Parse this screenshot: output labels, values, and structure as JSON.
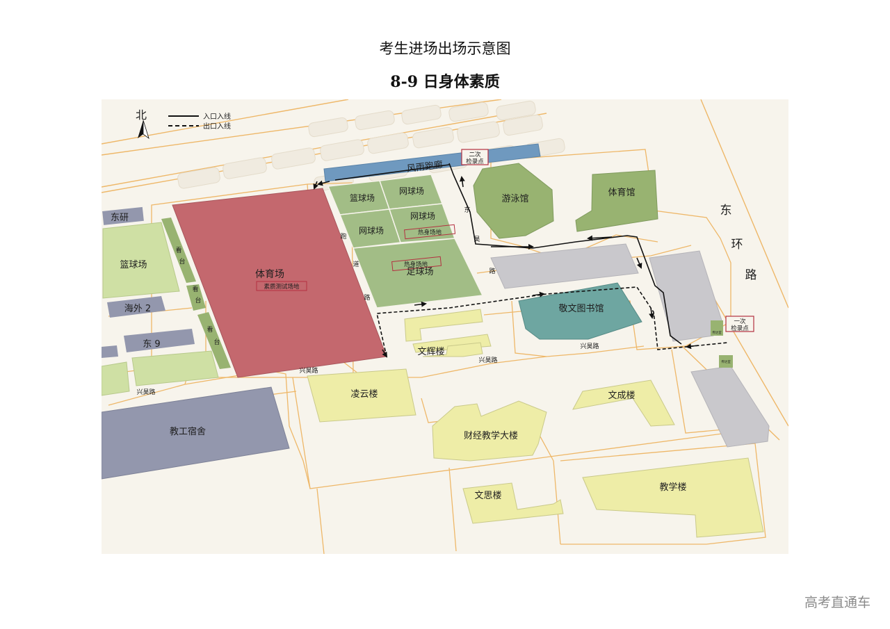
{
  "title": "考生进场出场示意图",
  "subtitle": "8-9 日身体素质",
  "watermark": "高考直通车",
  "north": "北",
  "legend": {
    "entry": "入口入线",
    "exit": "出口入线"
  },
  "colors": {
    "background": "#f7f4ec",
    "road_outline": "#eeb768",
    "faded_building": "#f0ebe0",
    "stadium": "#c4686e",
    "sports_field": "#a2bd86",
    "green_building": "#98b371",
    "light_green": "#cfe0a4",
    "library": "#6ea6a1",
    "teaching": "#eeeda7",
    "dorm": "#9397ad",
    "gray_building": "#c9c8cc",
    "corridor": "#6f99bf",
    "label_box": "#b43040",
    "route": "#111111"
  },
  "labels": {
    "corridor": "风雨跑廊",
    "checkpoint2": [
      "二次",
      "检录点"
    ],
    "checkpoint1": [
      "一次",
      "检录点"
    ],
    "stadium": "体育场",
    "stadium_box": "素质测试场地",
    "basketball": "篮球场",
    "tennis1": "网球场",
    "tennis2": "网球场",
    "tennis3": "网球场",
    "warmup1": "热身场地",
    "warmup2": "热身场地",
    "football": "足球场",
    "swimming": "游泳馆",
    "gym": "体育馆",
    "east_ring": [
      "东",
      "环",
      "路"
    ],
    "library": "敬文图书馆",
    "wenhui": "文辉楼",
    "lingyun": "凌云楼",
    "finance": "财经教学大楼",
    "wencheng": "文成楼",
    "wensi": "文思楼",
    "teaching": "教学楼",
    "staff_dorm": "教工宿舍",
    "dongyan": "东研",
    "basketball_west": "篮球场",
    "haiwai2": "海外 2",
    "dong9": "东 9",
    "stand1": [
      "看",
      "台"
    ],
    "stand2": [
      "看",
      "台"
    ],
    "stand3": [
      "看",
      "台"
    ],
    "xinghao1": "兴昊路",
    "xinghao2": "兴昊路",
    "xinghao3": "兴昊路",
    "xinghao4": "兴昊路",
    "runway_west": [
      "跑",
      "道",
      "路"
    ],
    "road_ne": [
      "东",
      "昊",
      "路"
    ],
    "guard1": "传达室",
    "guard2": "传达室"
  }
}
